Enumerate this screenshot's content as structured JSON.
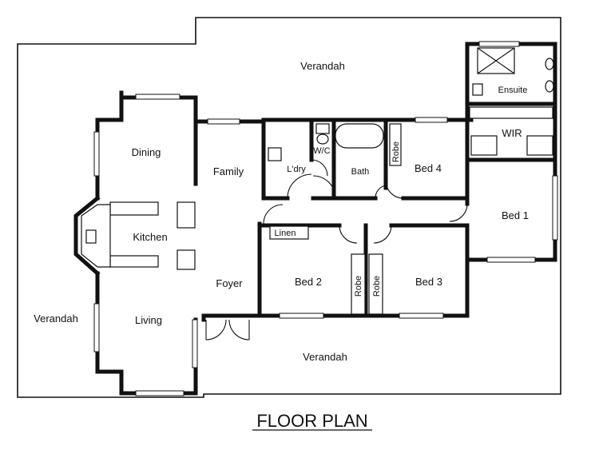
{
  "title": "FLOOR PLAN",
  "rooms": {
    "verandah_top": "Verandah",
    "verandah_left": "Verandah",
    "verandah_bottom": "Verandah",
    "dining": "Dining",
    "kitchen": "Kitchen",
    "living": "Living",
    "family": "Family",
    "foyer": "Foyer",
    "laundry": "L'dry",
    "wc": "W/C",
    "bath": "Bath",
    "robe_bed4": "Robe",
    "bed4": "Bed 4",
    "ensuite": "Ensuite",
    "wir": "WIR",
    "bed1": "Bed 1",
    "linen": "Linen",
    "bed2": "Bed 2",
    "robe_bed2": "Robe",
    "robe_bed3": "Robe",
    "bed3": "Bed 3"
  }
}
